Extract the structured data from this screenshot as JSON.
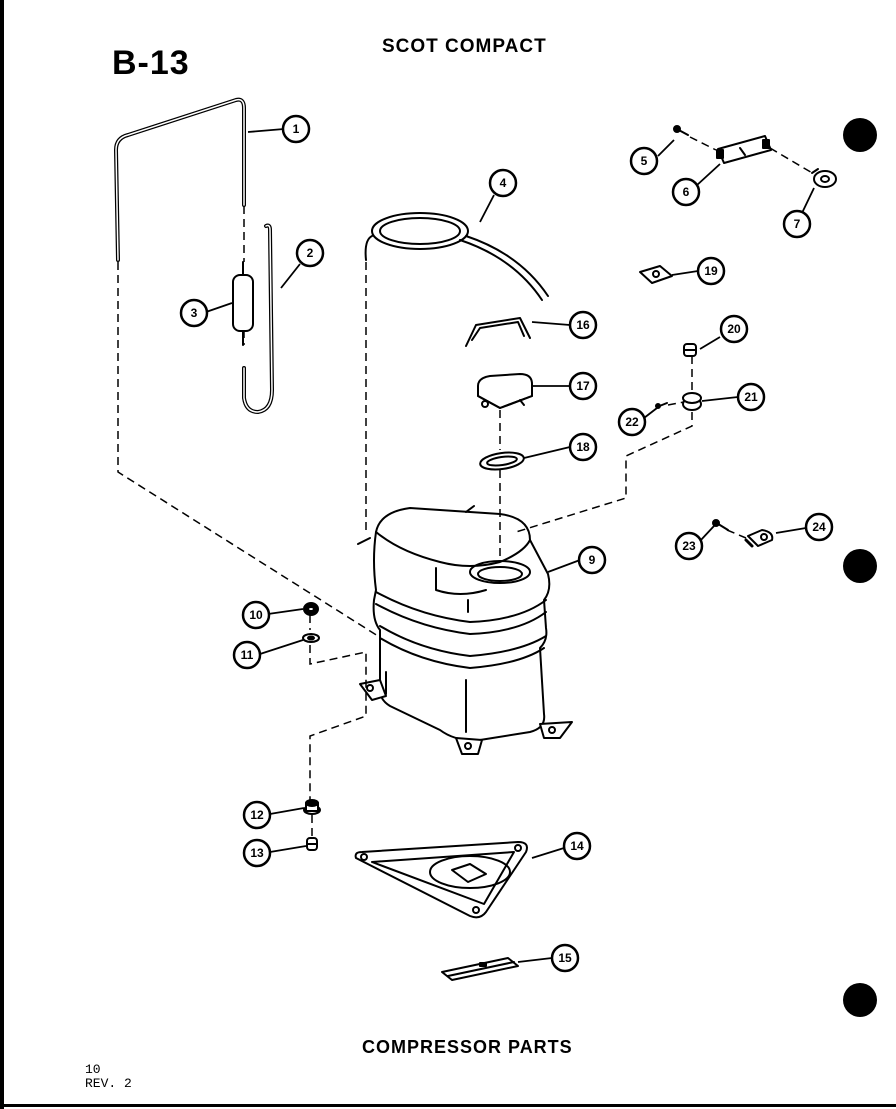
{
  "header": {
    "page_code": "B-13",
    "model_title": "SCOT COMPACT"
  },
  "footer": {
    "title": "COMPRESSOR PARTS",
    "page_number": "10",
    "revision": "REV. 2"
  },
  "callouts": [
    {
      "id": "1",
      "label": "1"
    },
    {
      "id": "2",
      "label": "2"
    },
    {
      "id": "3",
      "label": "3"
    },
    {
      "id": "4",
      "label": "4"
    },
    {
      "id": "5",
      "label": "5"
    },
    {
      "id": "6",
      "label": "6"
    },
    {
      "id": "7",
      "label": "7"
    },
    {
      "id": "9",
      "label": "9"
    },
    {
      "id": "10",
      "label": "10"
    },
    {
      "id": "11",
      "label": "11"
    },
    {
      "id": "12",
      "label": "12"
    },
    {
      "id": "13",
      "label": "13"
    },
    {
      "id": "14",
      "label": "14"
    },
    {
      "id": "15",
      "label": "15"
    },
    {
      "id": "16",
      "label": "16"
    },
    {
      "id": "17",
      "label": "17"
    },
    {
      "id": "18",
      "label": "18"
    },
    {
      "id": "19",
      "label": "19"
    },
    {
      "id": "20",
      "label": "20"
    },
    {
      "id": "21",
      "label": "21"
    },
    {
      "id": "22",
      "label": "22"
    },
    {
      "id": "23",
      "label": "23"
    },
    {
      "id": "24",
      "label": "24"
    }
  ]
}
